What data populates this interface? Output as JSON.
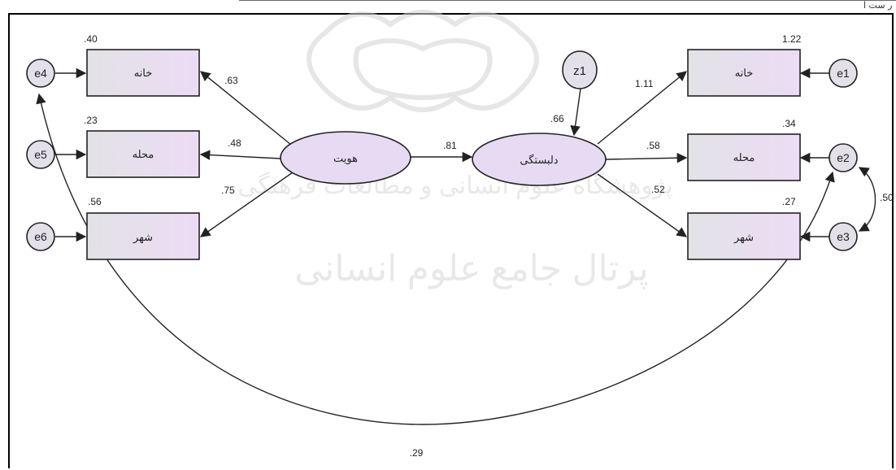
{
  "corner_text": "ر ست ا",
  "watermark": {
    "line1": "پژوهشگاه علوم انسانی و مطالعات فرهنگی",
    "line2": "پرتال جامع علوم انسانی"
  },
  "latent_variables": {
    "identity": "هویت",
    "attachment": "دلبستگی"
  },
  "observed_left": [
    {
      "label": "خانه",
      "error": "e4",
      "loading": ".63",
      "r2": ".40"
    },
    {
      "label": "محله",
      "error": "e5",
      "loading": ".48",
      "r2": ".23"
    },
    {
      "label": "شهر",
      "error": "e6",
      "loading": ".75",
      "r2": ".56"
    }
  ],
  "observed_right": [
    {
      "label": "خانه",
      "error": "e1",
      "loading": "1.11",
      "r2": "1.22"
    },
    {
      "label": "محله",
      "error": "e2",
      "loading": ".58",
      "r2": ".34"
    },
    {
      "label": "شهر",
      "error": "e3",
      "loading": ".52",
      "r2": ".27"
    }
  ],
  "disturbance": {
    "label": "z1",
    "r2": ".66"
  },
  "structural_path": ".81",
  "covariances": {
    "e2_e3": ".50",
    "e4_e2": ".29"
  },
  "colors": {
    "box_fill": "#e8dff0",
    "ellipse_fill": "#e6dbf3",
    "stroke": "#222222"
  }
}
